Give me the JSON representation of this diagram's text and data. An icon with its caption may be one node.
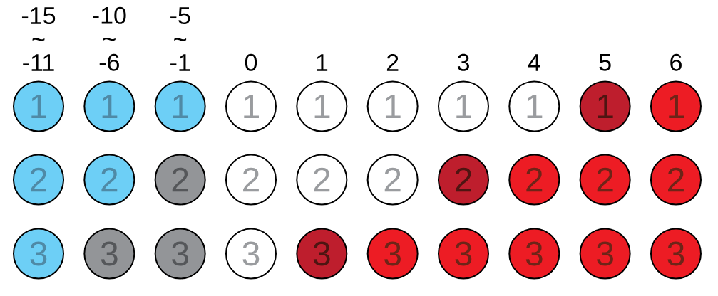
{
  "diagram": {
    "nodes": [
      {
        "text": [
          "1"
        ]
      },
      {
        "text": [
          "1"
        ]
      },
      {
        "text": [
          "1"
        ]
      },
      {
        "text": [
          "1"
        ]
      },
      {
        "text": [
          "1"
        ]
      },
      {
        "text": [
          "1"
        ]
      },
      {
        "text": [
          "1"
        ]
      },
      {
        "text": [
          "1"
        ]
      },
      {
        "text": [
          "1"
        ]
      },
      {
        "text": [
          "1"
        ]
      },
      {
        "text": [
          "2"
        ]
      },
      {
        "text": [
          "2"
        ]
      },
      {
        "text": [
          "2"
        ]
      },
      {
        "text": [
          "2"
        ]
      },
      {
        "text": [
          "2"
        ]
      },
      {
        "text": [
          "2"
        ]
      },
      {
        "text": [
          "2"
        ]
      },
      {
        "text": [
          "2"
        ]
      },
      {
        "text": [
          "2"
        ]
      },
      {
        "text": [
          "2"
        ]
      },
      {
        "text": [
          "3"
        ]
      },
      {
        "text": [
          "3"
        ]
      },
      {
        "text": [
          "3"
        ]
      },
      {
        "text": [
          "3"
        ]
      },
      {
        "text": [
          "3"
        ]
      },
      {
        "text": [
          "3"
        ]
      },
      {
        "text": [
          "3"
        ]
      },
      {
        "text": [
          "3"
        ]
      },
      {
        "text": [
          "3"
        ]
      },
      {
        "text": [
          "3"
        ]
      }
    ],
    "labels": [
      "-15 ~ -11",
      "-10 ~ -6",
      "-5 ~ -1",
      "0",
      "1",
      "2",
      "3",
      "4",
      "5",
      "6"
    ]
  }
}
